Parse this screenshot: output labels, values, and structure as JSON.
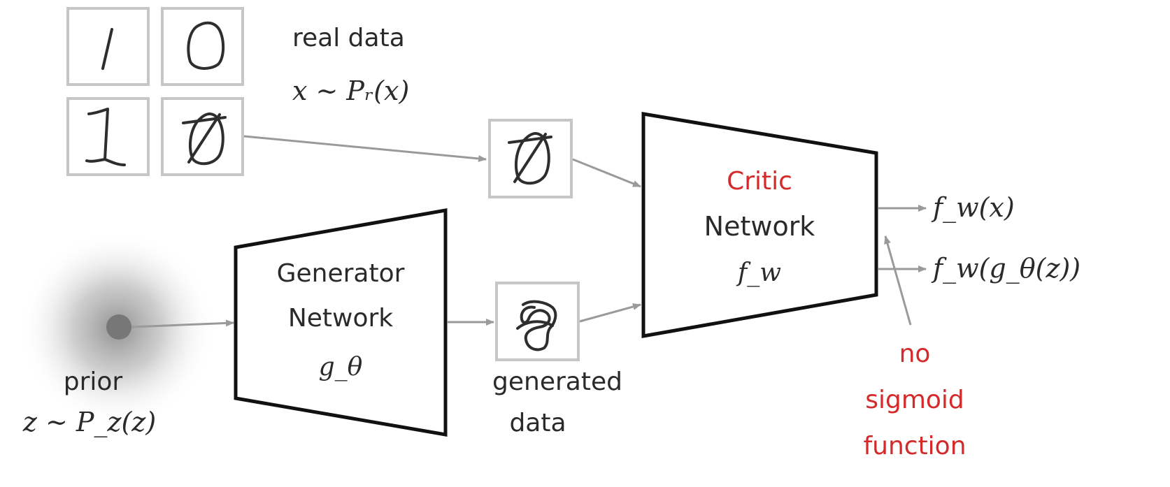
{
  "real_data": {
    "label": "real data",
    "formula": "x ∼ Pᵣ(x)"
  },
  "prior": {
    "label": "prior",
    "formula": "z ∼ P_z(z)"
  },
  "generator": {
    "line1": "Generator",
    "line2": "Network",
    "symbol": "g_θ"
  },
  "generated_data": {
    "line1": "generated",
    "line2": "data"
  },
  "critic": {
    "title": "Critic",
    "line2": "Network",
    "symbol": "f_w"
  },
  "outputs": {
    "real": "f_w(x)",
    "fake": "f_w(g_θ(z))"
  },
  "note": {
    "line1": "no",
    "line2": "sigmoid",
    "line3": "function"
  },
  "colors": {
    "accent_red": "#d42a2a",
    "arrow_gray": "#9a9a9a",
    "thumb_border": "#c6c6c6"
  }
}
